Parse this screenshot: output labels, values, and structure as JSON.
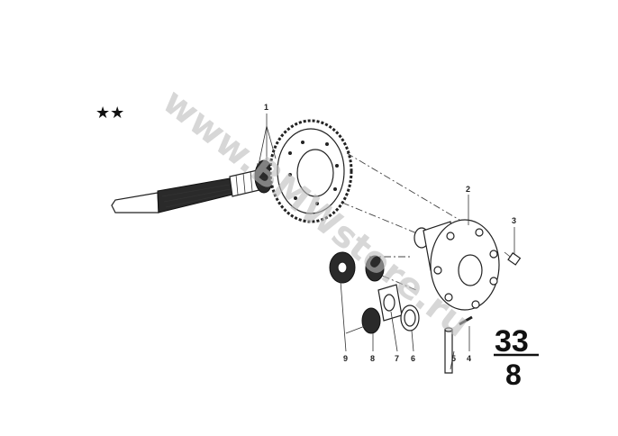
{
  "stars": "★★",
  "callouts": [
    "1",
    "2",
    "3",
    "4",
    "5",
    "6",
    "7",
    "8",
    "9"
  ],
  "group_number": "33",
  "page_number": "8",
  "watermark": "www.BMWstore.ru"
}
